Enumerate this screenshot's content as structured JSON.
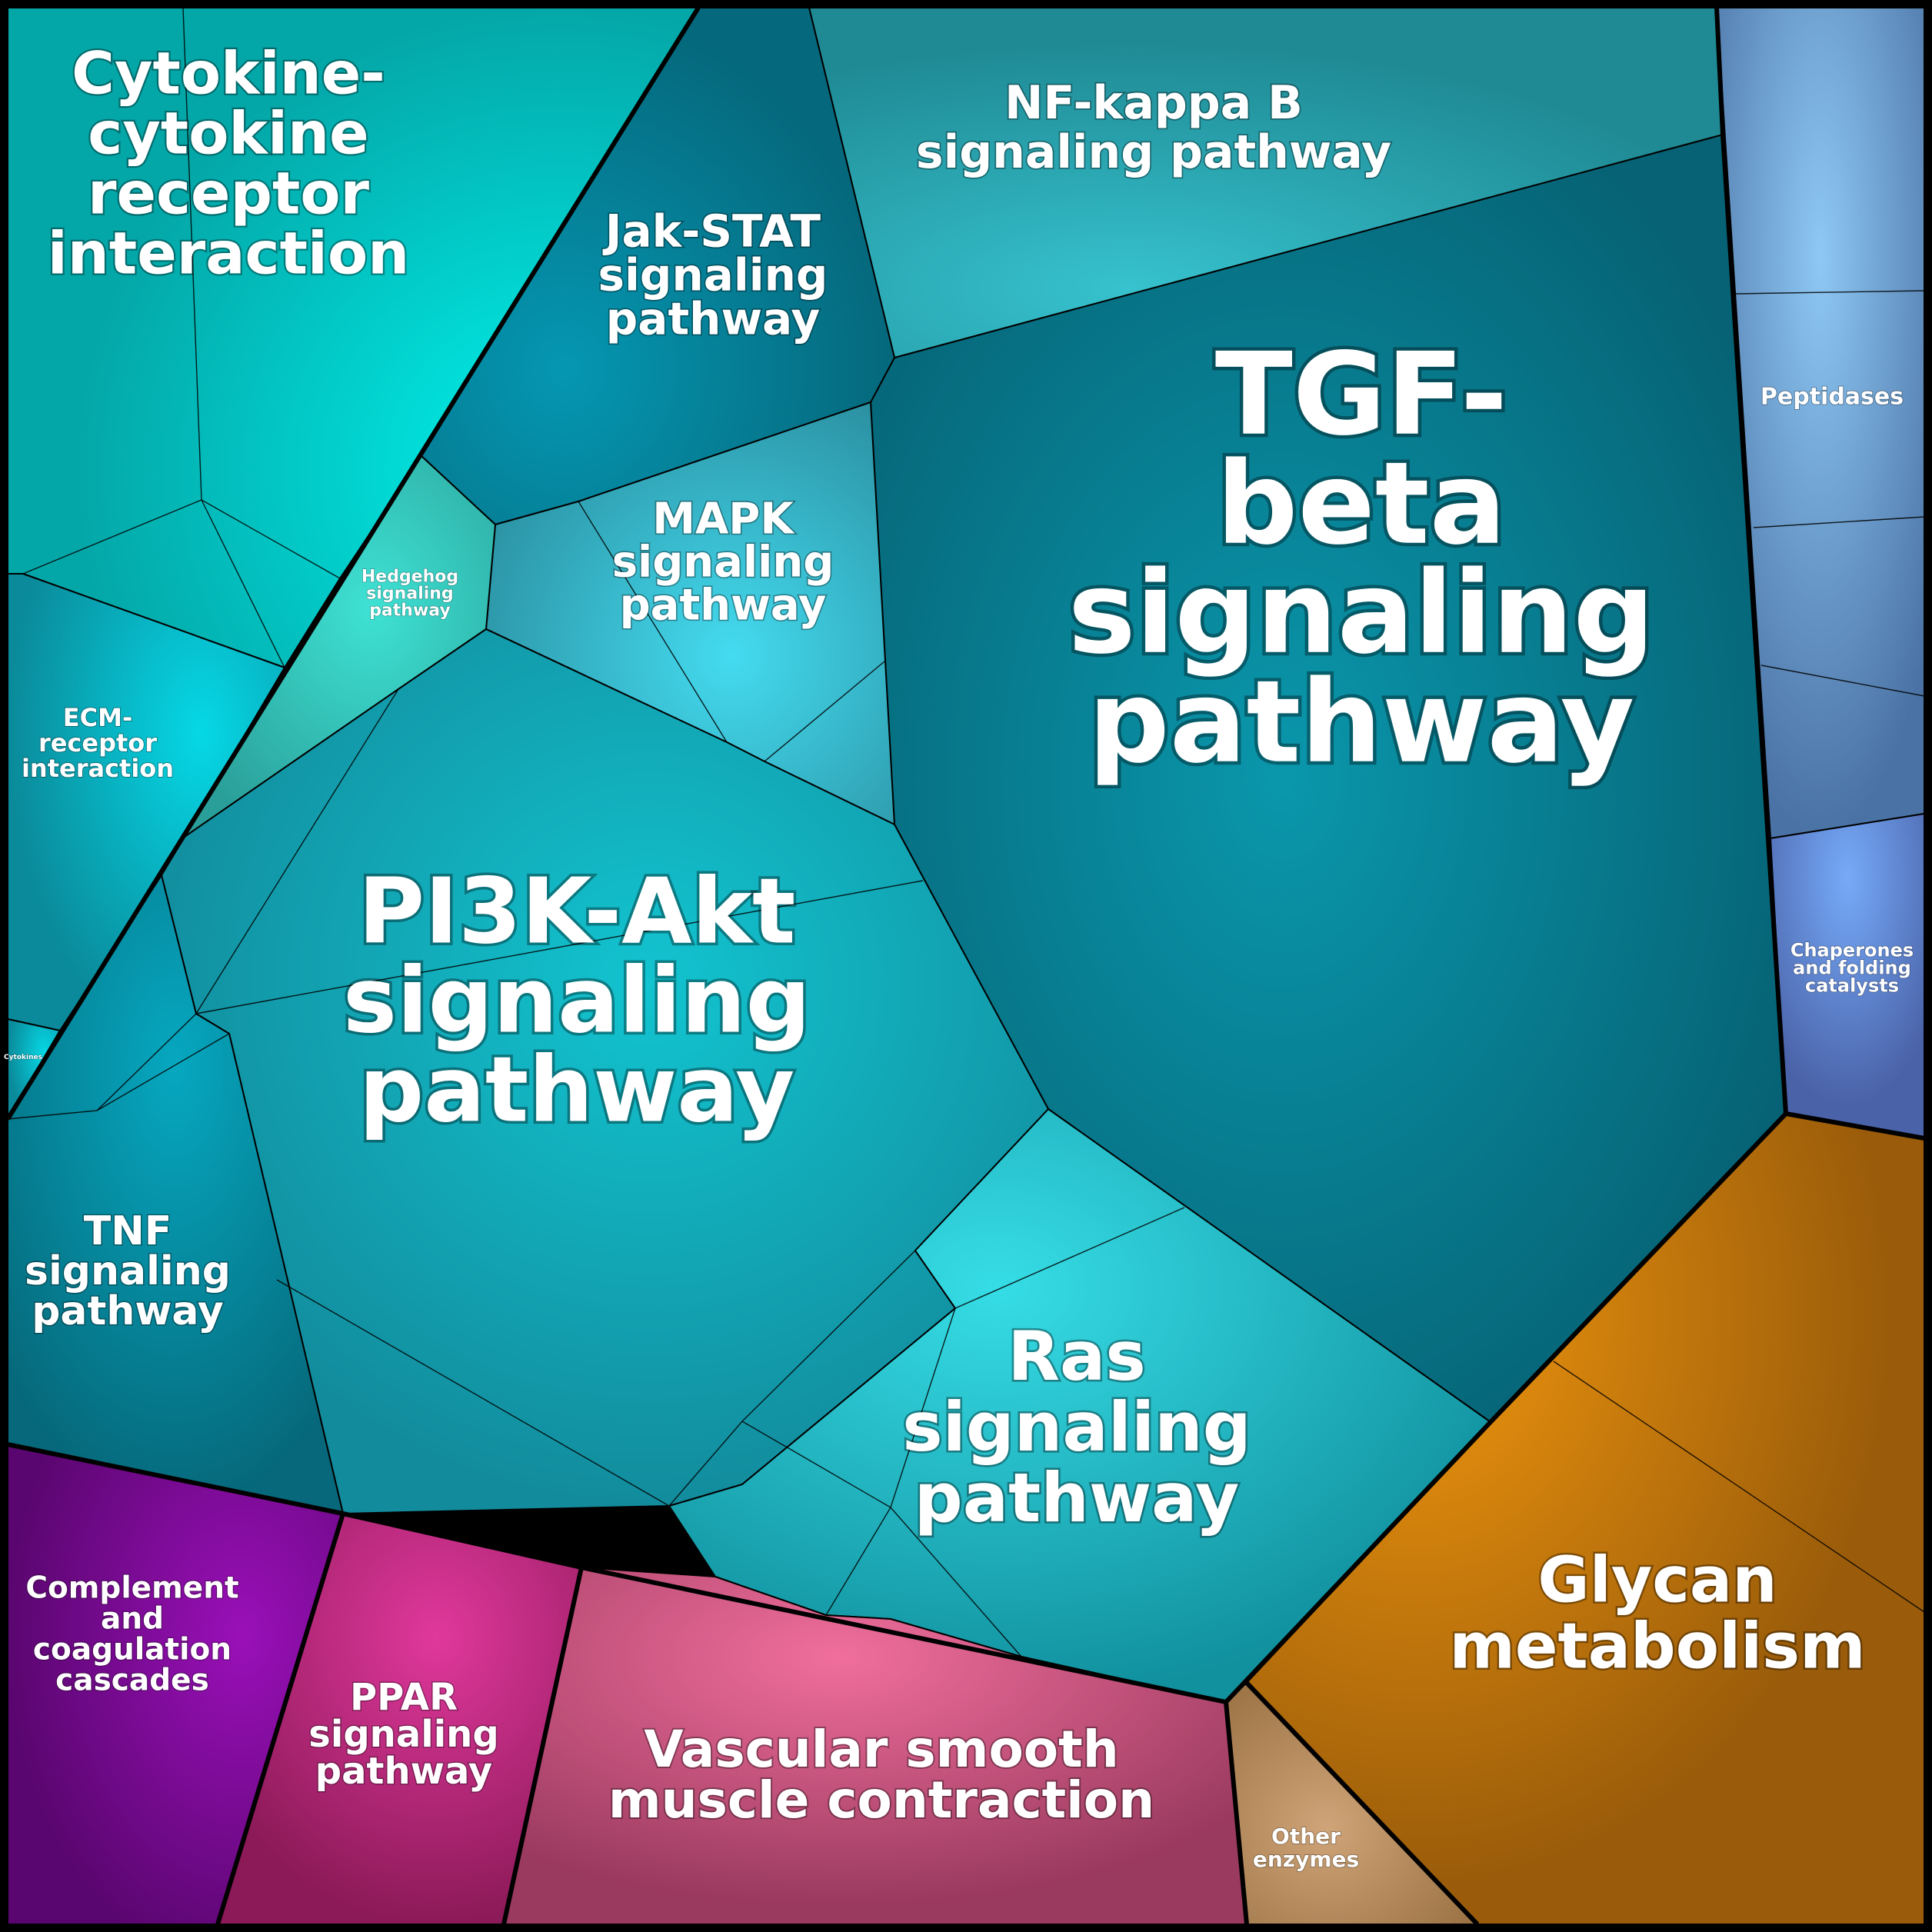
{
  "diagram": {
    "type": "voronoi-treemap",
    "regions": [
      {
        "id": "tgf-beta",
        "label": "TGF-beta signaling pathway",
        "color": "#0b7a8e"
      },
      {
        "id": "pi3k-akt",
        "label": "PI3K-Akt signaling pathway",
        "color": "#15a4b4"
      },
      {
        "id": "ras",
        "label": "Ras signaling pathway",
        "color": "#23b9c9"
      },
      {
        "id": "nf-kappa-b",
        "label": "NF-kappa B signaling pathway",
        "color": "#2a9aa6"
      },
      {
        "id": "cytokine",
        "label": "Cytokine-cytokine receptor interaction",
        "color": "#0ec9cc"
      },
      {
        "id": "jak-stat",
        "label": "Jak-STAT signaling pathway",
        "color": "#0d7d92"
      },
      {
        "id": "mapk",
        "label": "MAPK signaling pathway",
        "color": "#2aa7bd"
      },
      {
        "id": "hedgehog",
        "label": "Hedgehog signaling pathway",
        "color": "#33b7a8"
      },
      {
        "id": "ecm",
        "label": "ECM-receptor interaction",
        "color": "#0f9cae"
      },
      {
        "id": "cytokines",
        "label": "Cytokines",
        "color": "#22c6c6"
      },
      {
        "id": "tnf",
        "label": "TNF signaling pathway",
        "color": "#0c8ea2"
      },
      {
        "id": "complement",
        "label": "Complement and coagulation cascades",
        "color": "#7a0a8a"
      },
      {
        "id": "ppar",
        "label": "PPAR signaling pathway",
        "color": "#b02a74"
      },
      {
        "id": "vascular",
        "label": "Vascular smooth muscle contraction",
        "color": "#bb4e79"
      },
      {
        "id": "other-enzymes",
        "label": "Other enzymes",
        "color": "#b28a5c"
      },
      {
        "id": "glycan",
        "label": "Glycan metabolism",
        "color": "#c17814"
      },
      {
        "id": "peptidases",
        "label": "Peptidases",
        "color": "#5a86b4"
      },
      {
        "id": "chaperones",
        "label": "Chaperones and folding catalysts",
        "color": "#5a78c4"
      }
    ]
  },
  "labels": {
    "tgf": [
      "TGF-",
      "beta",
      "signaling",
      "pathway"
    ],
    "pi3k": [
      "PI3K-Akt",
      "signaling",
      "pathway"
    ],
    "ras": [
      "Ras",
      "signaling",
      "pathway"
    ],
    "nfkb": [
      "NF-kappa B",
      "signaling pathway"
    ],
    "cytokine": [
      "Cytokine-",
      "cytokine",
      "receptor",
      "interaction"
    ],
    "jak": [
      "Jak-STAT",
      "signaling",
      "pathway"
    ],
    "mapk": [
      "MAPK",
      "signaling",
      "pathway"
    ],
    "hedgehog": [
      "Hedgehog",
      "signaling",
      "pathway"
    ],
    "ecm": [
      "ECM-",
      "receptor",
      "interaction"
    ],
    "cytokines": [
      "Cytokines"
    ],
    "tnf": [
      "TNF",
      "signaling",
      "pathway"
    ],
    "complement": [
      "Complement",
      "and",
      "coagulation",
      "cascades"
    ],
    "ppar": [
      "PPAR",
      "signaling",
      "pathway"
    ],
    "vascular": [
      "Vascular smooth",
      "muscle contraction"
    ],
    "other": [
      "Other",
      "enzymes"
    ],
    "glycan": [
      "Glycan",
      "metabolism"
    ],
    "peptidases": [
      "Peptidases"
    ],
    "chaperones": [
      "Chaperones",
      "and folding",
      "catalysts"
    ]
  }
}
